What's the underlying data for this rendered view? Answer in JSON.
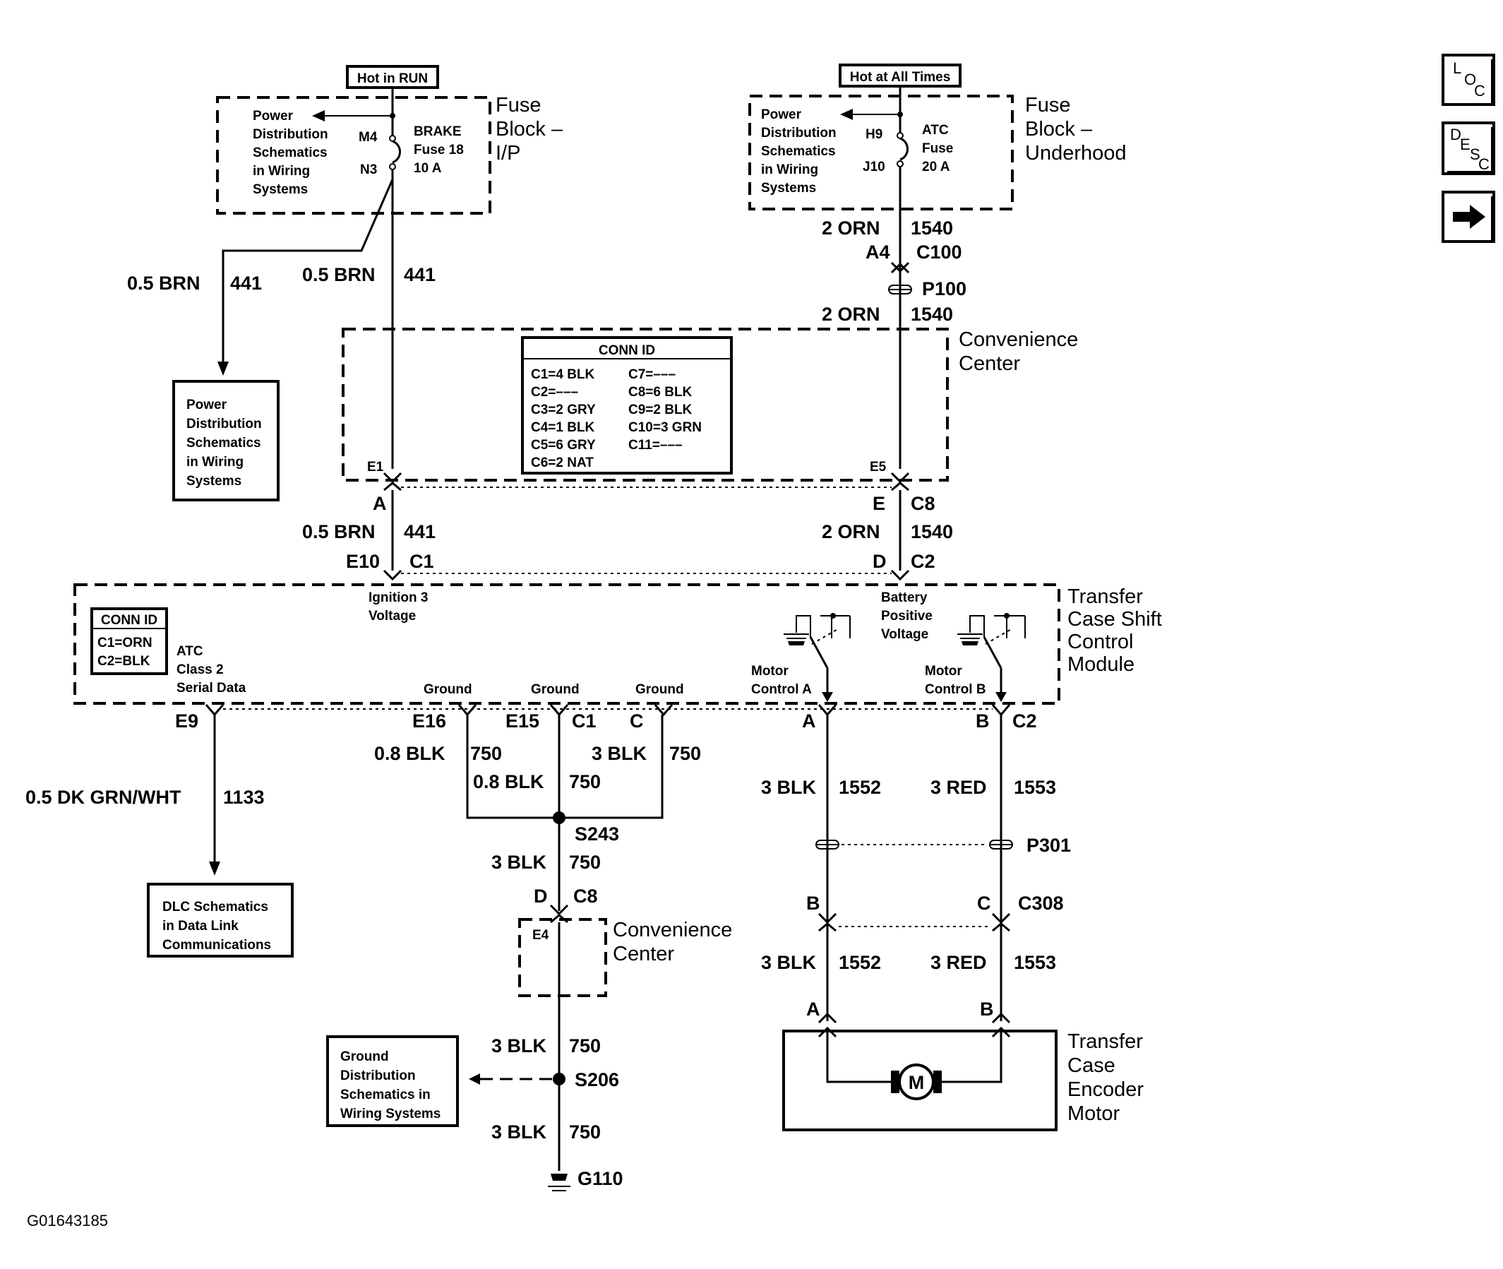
{
  "diagram": {
    "hot_in_run": "Hot in RUN",
    "hot_at_all_times": "Hot at All Times",
    "pds_lines": [
      "Power",
      "Distribution",
      "Schematics",
      "in Wiring",
      "Systems"
    ],
    "fuse_block_ip": [
      "Fuse",
      "Block –",
      "I/P"
    ],
    "fuse_block_uh": [
      "Fuse",
      "Block –",
      "Underhood"
    ],
    "brake_fuse": [
      "BRAKE",
      "Fuse 18",
      "10 A"
    ],
    "atc_fuse": [
      "ATC",
      "Fuse",
      "20 A"
    ],
    "pins": {
      "m4": "M4",
      "n3": "N3",
      "h9": "H9",
      "j10": "J10",
      "e1": "E1",
      "e5": "E5",
      "e4": "E4"
    },
    "wires": {
      "brn": "0.5 BRN",
      "c441": "441",
      "orn": "2 ORN",
      "c1540": "1540",
      "blk08": "0.8 BLK",
      "c750": "750",
      "blk3": "3 BLK",
      "red3": "3 RED",
      "c1552": "1552",
      "c1553": "1553",
      "dkgrn": "0.5 DK GRN/WHT",
      "c1133": "1133"
    },
    "connectors": {
      "a4": "A4",
      "c100": "C100",
      "p100": "P100",
      "a": "A",
      "e": "E",
      "c8": "C8",
      "e10": "E10",
      "c1": "C1",
      "d": "D",
      "c2": "C2",
      "e9": "E9",
      "e16": "E16",
      "e15": "E15",
      "c": "C",
      "b": "B",
      "s243": "S243",
      "s206": "S206",
      "g110": "G110",
      "p301": "P301",
      "c308": "C308"
    },
    "convenience_center": [
      "Convenience",
      "Center"
    ],
    "conn_id_title": "CONN ID",
    "conn_id_left": [
      "C1=4 BLK",
      "C2=–––",
      "C3=2 GRY",
      "C4=1 BLK",
      "C5=6 GRY",
      "C6=2 NAT"
    ],
    "conn_id_right": [
      "C7=–––",
      "C8=6 BLK",
      "C9=2 BLK",
      "C10=3 GRN",
      "C11=–––"
    ],
    "module_conn_id": [
      "C1=ORN",
      "C2=BLK"
    ],
    "module_name": [
      "Transfer",
      "Case Shift",
      "Control",
      "Module"
    ],
    "ign3": [
      "Ignition 3",
      "Voltage"
    ],
    "batt": [
      "Battery",
      "Positive",
      "Voltage"
    ],
    "atc_serial": [
      "ATC",
      "Class 2",
      "Serial Data"
    ],
    "ground": "Ground",
    "motor_a": [
      "Motor",
      "Control A"
    ],
    "motor_b": [
      "Motor",
      "Control B"
    ],
    "dlc": [
      "DLC Schematics",
      "in Data Link",
      "Communications"
    ],
    "gnd_dist": [
      "Ground",
      "Distribution",
      "Schematics in",
      "Wiring Systems"
    ],
    "encoder_motor": [
      "Transfer",
      "Case",
      "Encoder",
      "Motor"
    ],
    "motor_symbol": "M",
    "figure_id": "G01643185"
  },
  "nav": {
    "loc": [
      "L",
      "O",
      "C"
    ],
    "desc": [
      "D",
      "E",
      "S",
      "C"
    ],
    "next_icon": "arrow-right-icon"
  }
}
